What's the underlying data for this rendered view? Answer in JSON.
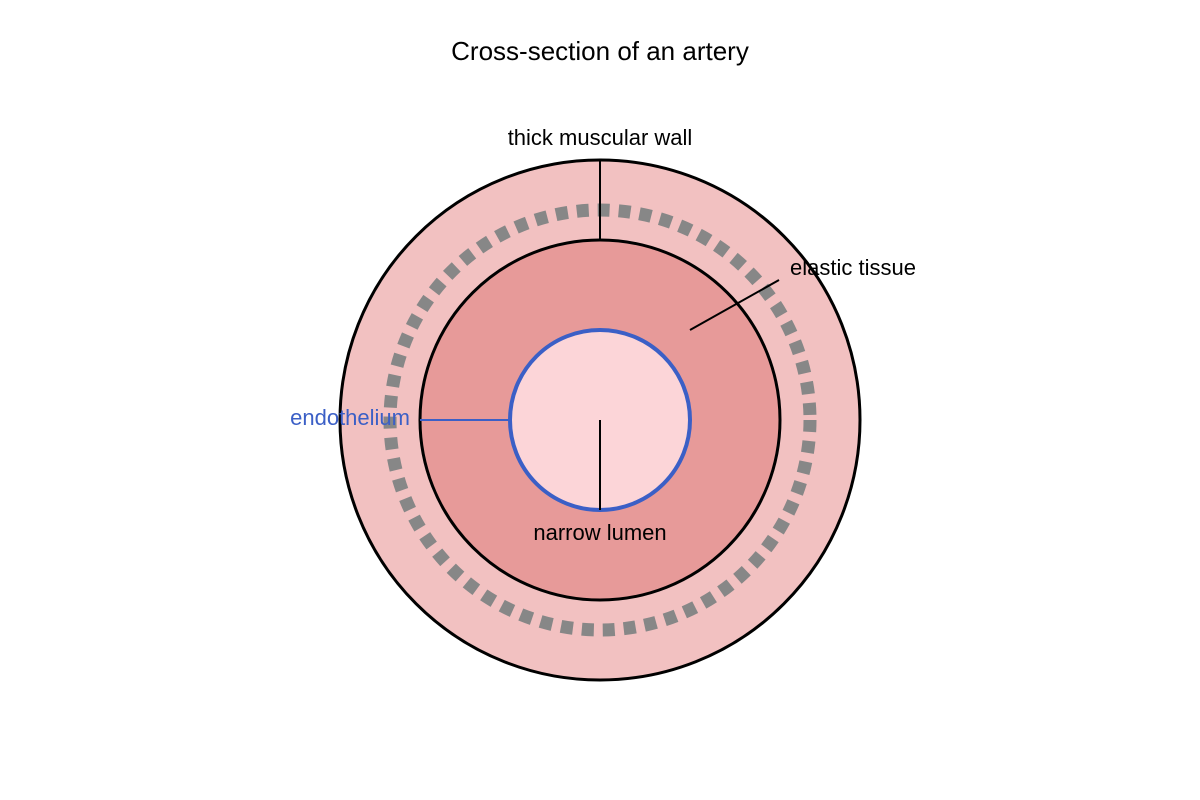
{
  "title": "Cross-section of an artery",
  "labels": {
    "wall": "thick muscular wall",
    "elastic": "elastic tissue",
    "endothelium": "endothelium",
    "lumen": "narrow lumen"
  },
  "colors": {
    "outer_wall": "#f2c1c1",
    "muscle_layer": "#e79a99",
    "lumen_fill": "#fcd5d8",
    "endothelium": "#3b5fc6",
    "elastic_dashes": "#878787",
    "outline": "#000000"
  }
}
